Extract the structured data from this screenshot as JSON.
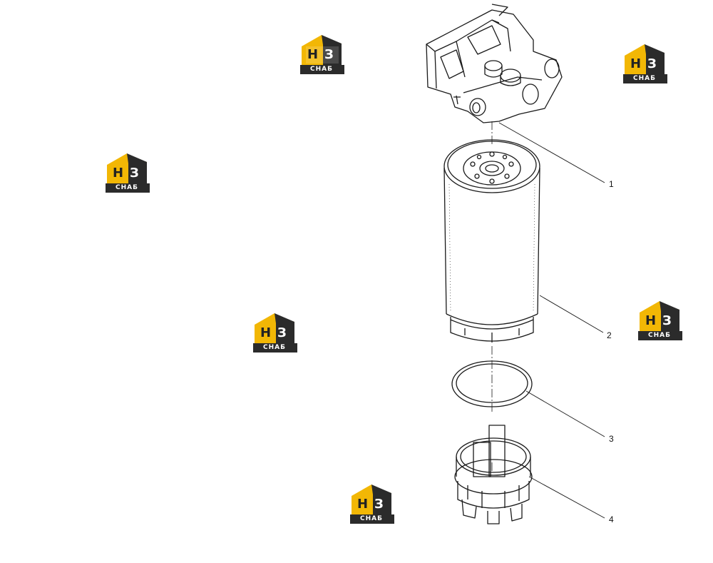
{
  "callouts": [
    {
      "id": "1",
      "label": "1"
    },
    {
      "id": "2",
      "label": "2"
    },
    {
      "id": "3",
      "label": "3"
    },
    {
      "id": "4",
      "label": "4"
    }
  ],
  "watermark": {
    "mark": "НЗ",
    "letter_h": "Н",
    "letter_z": "З",
    "caption": "СНАБ",
    "colors": {
      "yellow": "#f2b705",
      "dark": "#2b2b2b"
    }
  },
  "colors": {
    "line": "#1a1a1a"
  }
}
